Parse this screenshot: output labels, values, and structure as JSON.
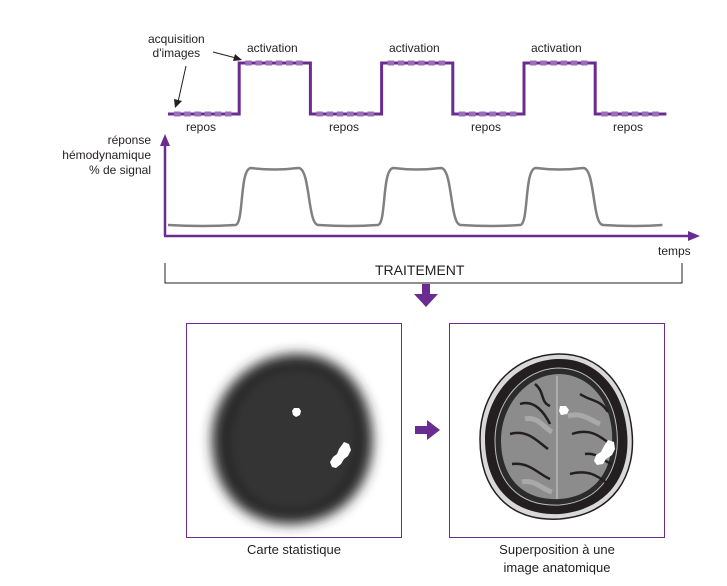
{
  "colors": {
    "accent": "#6b2c91",
    "marker": "#9b6fb8",
    "signal": "#808080",
    "text": "#231f20"
  },
  "design": {
    "annotation": "acquisition d'images",
    "annotation_lines": [
      "acquisition",
      "d'images"
    ],
    "blocks": [
      {
        "state": "repos",
        "label": "repos"
      },
      {
        "state": "activation",
        "label": "activation"
      },
      {
        "state": "repos",
        "label": "repos"
      },
      {
        "state": "activation",
        "label": "activation"
      },
      {
        "state": "repos",
        "label": "repos"
      },
      {
        "state": "activation",
        "label": "activation"
      },
      {
        "state": "repos",
        "label": "repos"
      }
    ],
    "acquisitions_per_block": 6
  },
  "graph": {
    "ylabel_lines": [
      "réponse",
      "hémodynamique",
      "% de signal"
    ],
    "xlabel": "temps"
  },
  "processing": {
    "label": "TRAITEMENT"
  },
  "panels": [
    {
      "caption_lines": [
        "Carte statistique"
      ],
      "icon": "statistical-map-brain"
    },
    {
      "caption_lines": [
        "Superposition à une",
        "image anatomique"
      ],
      "icon": "anatomical-overlay-brain"
    }
  ]
}
